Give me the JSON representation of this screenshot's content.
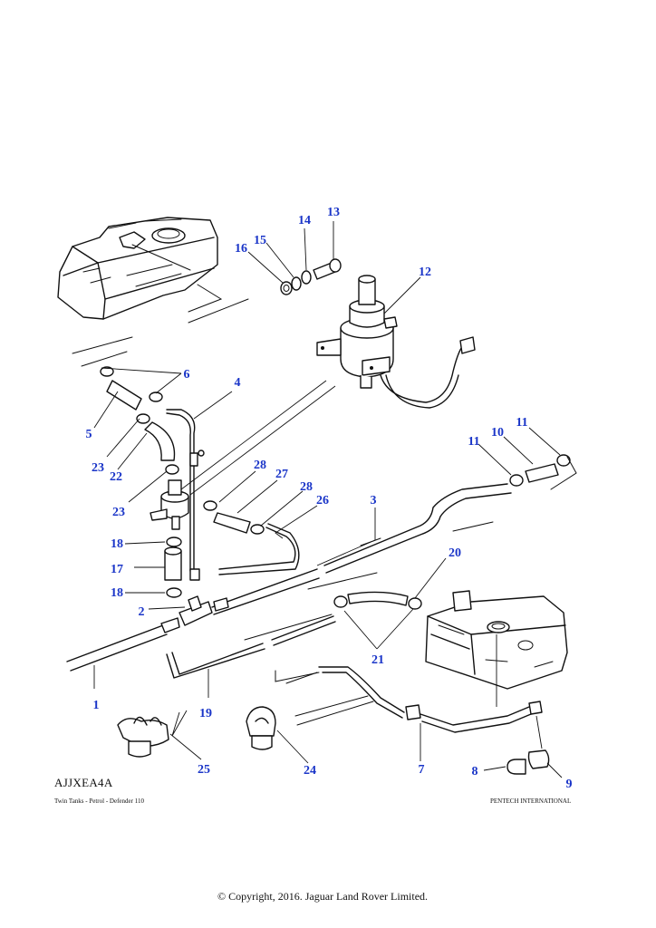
{
  "diagram": {
    "drawing_code": "AJJXEA4A",
    "caption": "Twin Tanks - Petrol - Defender 110",
    "company": "PENTECH INTERNATIONAL",
    "copyright": "© Copyright, 2016. Jaguar Land Rover Limited.",
    "callouts": [
      "1",
      "2",
      "3",
      "4",
      "5",
      "6",
      "7",
      "8",
      "9",
      "10",
      "11",
      "11",
      "12",
      "13",
      "14",
      "15",
      "16",
      "17",
      "18",
      "18",
      "19",
      "20",
      "21",
      "22",
      "23",
      "23",
      "24",
      "25",
      "26",
      "27",
      "28",
      "28"
    ]
  }
}
